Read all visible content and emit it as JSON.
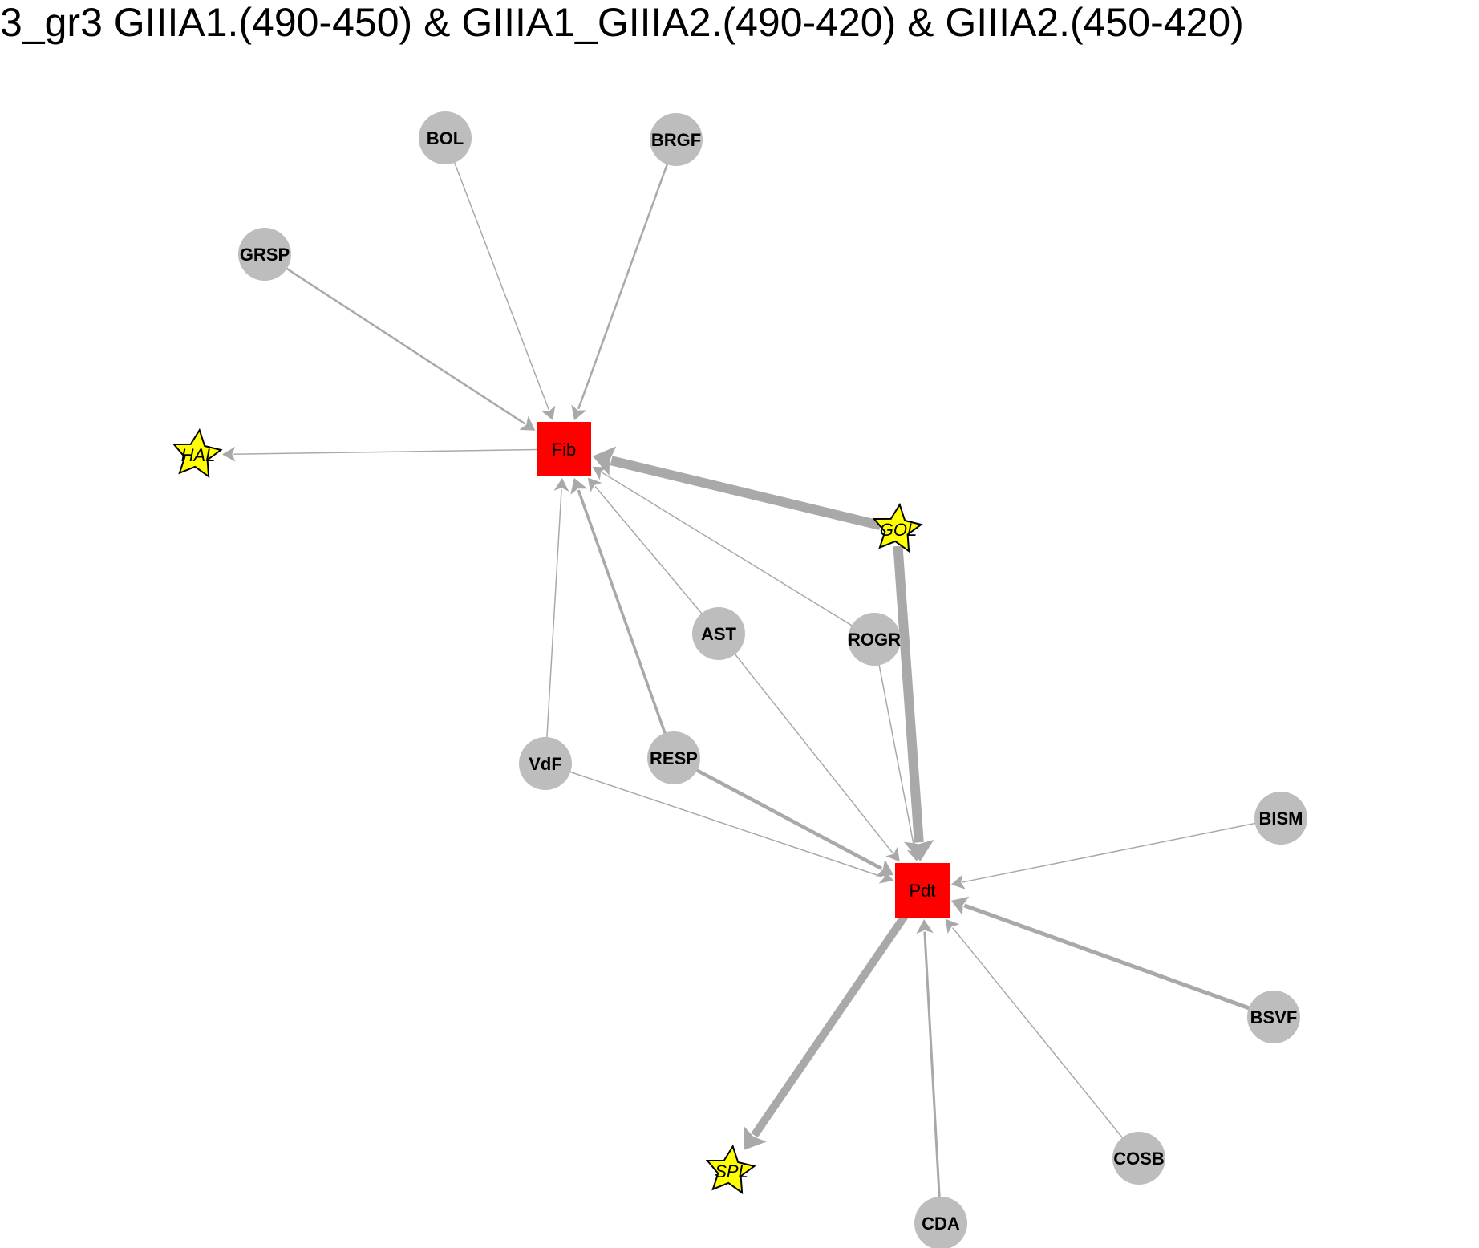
{
  "title": "3_gr3 GIIIA1.(490-450) & GIIIA1_GIIIA2.(490-420) & GIIIA2.(450-420)",
  "colors": {
    "edge": "#a9a9a9",
    "hub_fill": "#ff0000",
    "peripheral_fill": "#bdbdbd",
    "star_fill": "#ffff00",
    "star_stroke": "#000000"
  },
  "nodes": [
    {
      "id": "Fib",
      "label": "Fib",
      "shape": "square"
    },
    {
      "id": "Pdt",
      "label": "Pdt",
      "shape": "square"
    },
    {
      "id": "HAL",
      "label": "HAL",
      "shape": "star"
    },
    {
      "id": "GOL",
      "label": "GOL",
      "shape": "star"
    },
    {
      "id": "SPL",
      "label": "SPL",
      "shape": "star"
    },
    {
      "id": "BOL",
      "label": "BOL",
      "shape": "circle"
    },
    {
      "id": "BRGF",
      "label": "BRGF",
      "shape": "circle"
    },
    {
      "id": "GRSP",
      "label": "GRSP",
      "shape": "circle"
    },
    {
      "id": "AST",
      "label": "AST",
      "shape": "circle"
    },
    {
      "id": "ROGR",
      "label": "ROGR",
      "shape": "circle"
    },
    {
      "id": "VdF",
      "label": "VdF",
      "shape": "circle"
    },
    {
      "id": "RESP",
      "label": "RESP",
      "shape": "circle"
    },
    {
      "id": "BISM",
      "label": "BISM",
      "shape": "circle"
    },
    {
      "id": "BSVF",
      "label": "BSVF",
      "shape": "circle"
    },
    {
      "id": "COSB",
      "label": "COSB",
      "shape": "circle"
    },
    {
      "id": "CDA",
      "label": "CDA",
      "shape": "circle"
    }
  ],
  "edges": [
    {
      "from": "BOL",
      "to": "Fib",
      "weight": 1.5
    },
    {
      "from": "BRGF",
      "to": "Fib",
      "weight": 2.5
    },
    {
      "from": "GRSP",
      "to": "Fib",
      "weight": 2.5
    },
    {
      "from": "Fib",
      "to": "HAL",
      "weight": 1.5
    },
    {
      "from": "GOL",
      "to": "Fib",
      "weight": 12
    },
    {
      "from": "AST",
      "to": "Fib",
      "weight": 1.5
    },
    {
      "from": "ROGR",
      "to": "Fib",
      "weight": 1.5
    },
    {
      "from": "VdF",
      "to": "Fib",
      "weight": 1.5
    },
    {
      "from": "RESP",
      "to": "Fib",
      "weight": 3.5
    },
    {
      "from": "GOL",
      "to": "Pdt",
      "weight": 12
    },
    {
      "from": "ROGR",
      "to": "Pdt",
      "weight": 1.5
    },
    {
      "from": "AST",
      "to": "Pdt",
      "weight": 1.5
    },
    {
      "from": "VdF",
      "to": "Pdt",
      "weight": 1.5
    },
    {
      "from": "RESP",
      "to": "Pdt",
      "weight": 4.5
    },
    {
      "from": "BISM",
      "to": "Pdt",
      "weight": 1.5
    },
    {
      "from": "BSVF",
      "to": "Pdt",
      "weight": 5
    },
    {
      "from": "COSB",
      "to": "Pdt",
      "weight": 1.5
    },
    {
      "from": "CDA",
      "to": "Pdt",
      "weight": 3
    },
    {
      "from": "Pdt",
      "to": "SPL",
      "weight": 10
    }
  ]
}
